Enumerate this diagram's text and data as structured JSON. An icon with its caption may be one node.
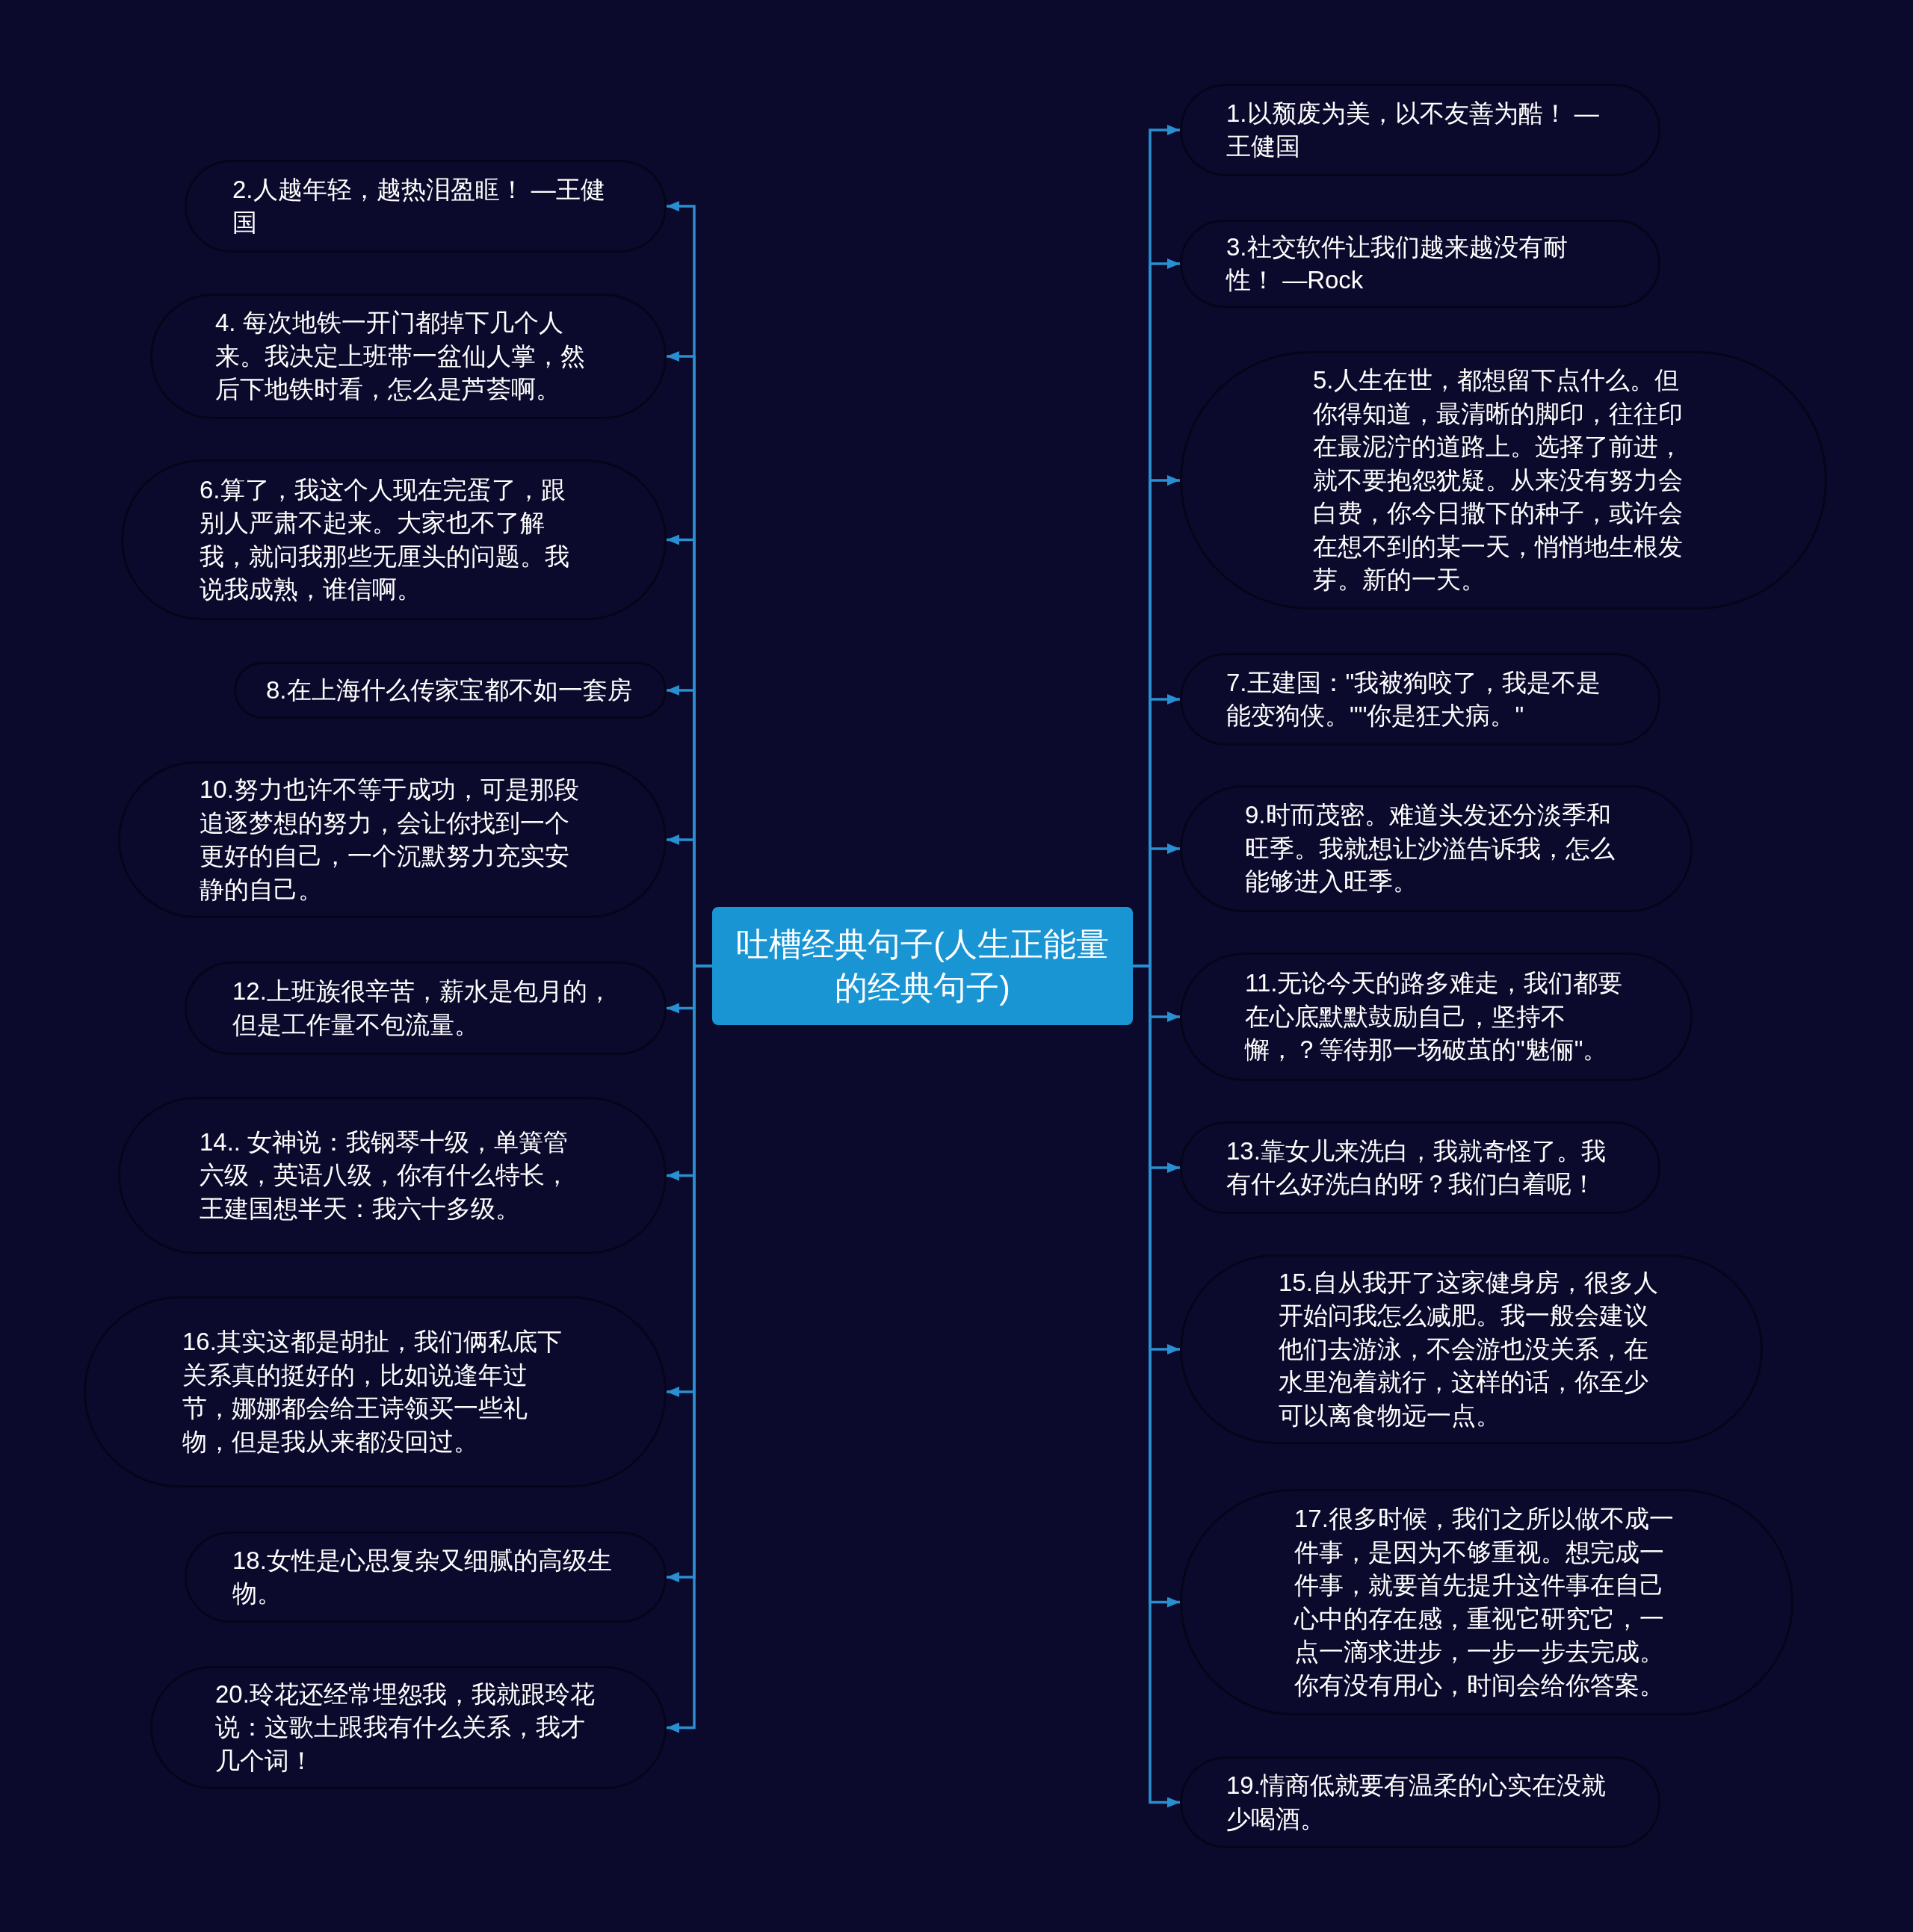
{
  "diagram": {
    "nodes": [
      {
        "text": [
          "吐槽经典句子(人生正能量的经典句子)"
        ]
      },
      {
        "text": [
          "1.以颓废为美，以不友善为酷！ —王健国"
        ]
      },
      {
        "text": [
          "2.人越年轻，越热泪盈眶！ —王健国"
        ]
      },
      {
        "text": [
          "3.社交软件让我们越来越没有耐性！ —Rock"
        ]
      },
      {
        "text": [
          "4. 每次地铁一开门都掉下几个人来。我决定上班带一盆仙人掌，然后下地铁时看，怎么是芦荟啊。"
        ]
      },
      {
        "text": [
          "5.人生在世，都想留下点什么。但你得知道，最清晰的脚印，往往印在最泥泞的道路上。选择了前进，就不要抱怨犹疑。从来没有努力会白费，你今日撒下的种子，或许会在想不到的某一天，悄悄地生根发芽。新的一天。"
        ]
      },
      {
        "text": [
          "6.算了，我这个人现在完蛋了，跟别人严肃不起来。大家也不了解我，就问我那些无厘头的问题。我说我成熟，谁信啊。"
        ]
      },
      {
        "text": [
          "7.王建国：\"我被狗咬了，我是不是能变狗侠。\"\"你是狂犬病。\""
        ]
      },
      {
        "text": [
          "8.在上海什么传家宝都不如一套房"
        ]
      },
      {
        "text": [
          "9.时而茂密。难道头发还分淡季和旺季。我就想让沙溢告诉我，怎么能够进入旺季。"
        ]
      },
      {
        "text": [
          "10.努力也许不等于成功，可是那段追逐梦想的努力，会让你找到一个更好的自己，一个沉默努力充实安静的自己。"
        ]
      },
      {
        "text": [
          "11.无论今天的路多难走，我们都要在心底默默鼓励自己，坚持不懈，？等待那一场破茧的\"魅俪\"。"
        ]
      },
      {
        "text": [
          "12.上班族很辛苦，薪水是包月的，但是工作量不包流量。"
        ]
      },
      {
        "text": [
          "13.靠女儿来洗白，我就奇怪了。我有什么好洗白的呀？我们白着呢！"
        ]
      },
      {
        "text": [
          "14.. 女神说：我钢琴十级，单簧管六级，英语八级，你有什么特长，王建国想半天：我六十多级。"
        ]
      },
      {
        "text": [
          "15.自从我开了这家健身房，很多人开始问我怎么减肥。我一般会建议他们去游泳，不会游也没关系，在水里泡着就行，这样的话，你至少可以离食物远一点。"
        ]
      },
      {
        "text": [
          "16.其实这都是胡扯，我们俩私底下关系真的挺好的，比如说逢年过节，娜娜都会给王诗领买一些礼物，但是我从来都没回过。"
        ]
      },
      {
        "text": [
          "17.很多时候，我们之所以做不成一件事，是因为不够重视。想完成一件事，就要首先提升这件事在自己心中的存在感，重视它研究它，一点一滴求进步，一步一步去完成。你有没有用心，时间会给你答案。"
        ]
      },
      {
        "text": [
          "18.女性是心思复杂又细腻的高级生物。"
        ]
      },
      {
        "text": [
          "19.情商低就要有温柔的心实在没就少喝酒。"
        ]
      },
      {
        "text": [
          "20.玲花还经常埋怨我，我就跟玲花说：这歌土跟我有什么关系，我才几个词！"
        ]
      }
    ],
    "edges": [
      {
        "from": 0,
        "to": 1,
        "arrow": "to"
      },
      {
        "from": 0,
        "to": 2,
        "arrow": "to"
      },
      {
        "from": 0,
        "to": 3,
        "arrow": "to"
      },
      {
        "from": 0,
        "to": 4,
        "arrow": "to"
      },
      {
        "from": 0,
        "to": 5,
        "arrow": "to"
      },
      {
        "from": 0,
        "to": 6,
        "arrow": "to"
      },
      {
        "from": 0,
        "to": 7,
        "arrow": "to"
      },
      {
        "from": 0,
        "to": 8,
        "arrow": "to"
      },
      {
        "from": 0,
        "to": 9,
        "arrow": "to"
      },
      {
        "from": 0,
        "to": 10,
        "arrow": "to"
      },
      {
        "from": 0,
        "to": 11,
        "arrow": "to"
      },
      {
        "from": 0,
        "to": 12,
        "arrow": "to"
      },
      {
        "from": 0,
        "to": 13,
        "arrow": "to"
      },
      {
        "from": 0,
        "to": 14,
        "arrow": "to"
      },
      {
        "from": 0,
        "to": 15,
        "arrow": "to"
      },
      {
        "from": 0,
        "to": 16,
        "arrow": "to"
      },
      {
        "from": 0,
        "to": 17,
        "arrow": "to"
      },
      {
        "from": 0,
        "to": 18,
        "arrow": "to"
      },
      {
        "from": 0,
        "to": 19,
        "arrow": "to"
      },
      {
        "from": 0,
        "to": 20,
        "arrow": "to"
      }
    ]
  }
}
